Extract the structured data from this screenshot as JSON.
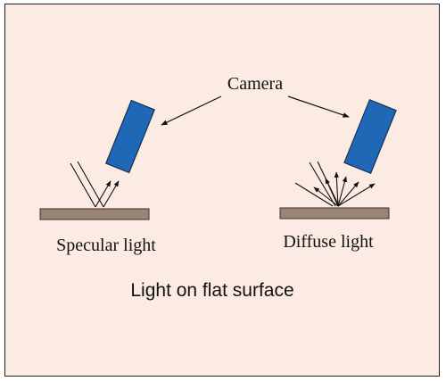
{
  "labels": {
    "camera": "Camera",
    "specular": "Specular light",
    "diffuse": "Diffuse light",
    "caption": "Light on flat surface"
  },
  "colors": {
    "background": "#fbebe2",
    "camera_fill": "#1f68b5",
    "camera_stroke": "#1a2f55",
    "surface_fill": "#9b8473",
    "surface_stroke": "#333333",
    "ray": "#111111"
  }
}
